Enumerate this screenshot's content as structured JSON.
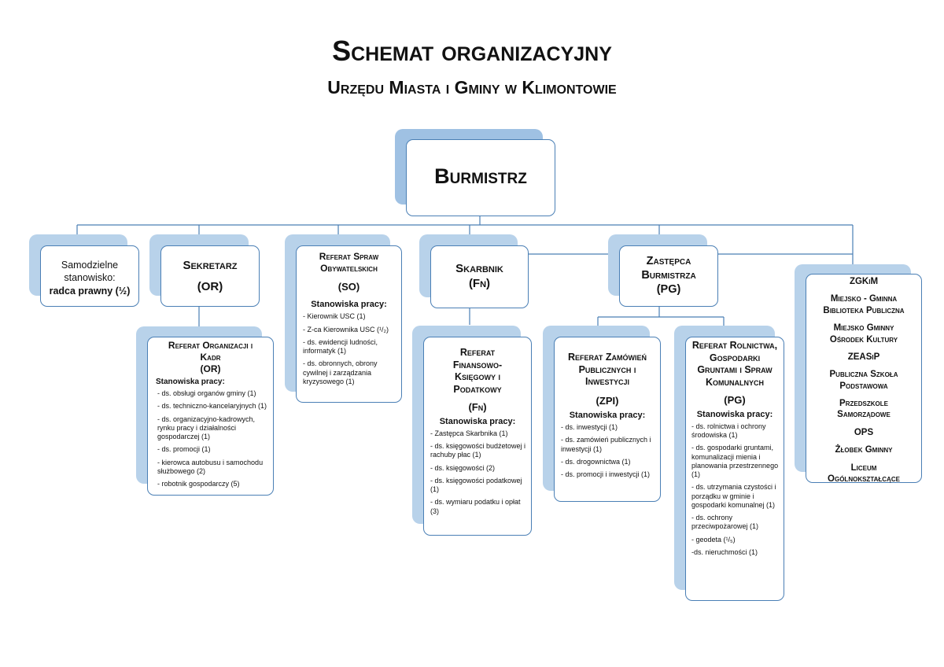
{
  "title": "Schemat organizacyjny",
  "subtitle": "Urzędu Miasta i Gminy w Klimontowie",
  "burmistrz": "Burmistrz",
  "samodzielne": {
    "line1": "Samodzielne",
    "line2": "stanowisko:",
    "line3": "radca prawny (½)"
  },
  "sekretarz": {
    "name": "Sekretarz",
    "code": "(OR)"
  },
  "referat_or": {
    "name": "Referat Organizacji i Kadr",
    "code": "(OR)",
    "positions_label": "Stanowiska pracy:",
    "items": [
      "- ds. obsługi organów gminy (1)",
      "- ds. techniczno-kancelaryjnych (1)",
      "- ds. organizacyjno-kadrowych, rynku pracy i działalności gospodarczej (1)",
      "- ds. promocji (1)",
      "- kierowca autobusu  i samochodu służbowego (2)",
      "- robotnik gospodarczy (5)"
    ]
  },
  "referat_so": {
    "name": "Referat Spraw Obywatelskich",
    "code": "(SO)",
    "positions_label": "Stanowiska pracy:",
    "items": [
      "- Kierownik USC (1)",
      "- Z-ca Kierownika USC (¹/₂)",
      "- ds. ewidencji ludności, informatyk (1)",
      "- ds. obronnych, obrony cywilnej i zarządzania kryzysowego (1)"
    ]
  },
  "skarbnik": {
    "name": "Skarbnik",
    "code": "(Fn)"
  },
  "referat_fn": {
    "name": "Referat Finansowo-Księgowy i Podatkowy",
    "code": "(Fn)",
    "positions_label": "Stanowiska pracy:",
    "items": [
      "- Zastępca Skarbnika (1)",
      "- ds. księgowości budżetowej i rachuby płac (1)",
      "- ds. księgowości (2)",
      "- ds. księgowości podatkowej (1)",
      "- ds. wymiaru podatku i opłat (3)"
    ]
  },
  "zastepca": {
    "name": "Zastępca Burmistrza",
    "code": "(PG)"
  },
  "referat_zpi": {
    "name": "Referat Zamówień Publicznych i Inwestycji",
    "code": "(ZPI)",
    "positions_label": "Stanowiska pracy:",
    "items": [
      "- ds. inwestycji (1)",
      "- ds. zamówień publicznych i inwestycji (1)",
      "- ds. drogownictwa (1)",
      "- ds. promocji i inwestycji (1)"
    ]
  },
  "referat_pg": {
    "name": "Referat Rolnictwa, Gospodarki Gruntami i Spraw Komunalnych",
    "code": "(PG)",
    "positions_label": "Stanowiska pracy:",
    "items": [
      "- ds. rolnictwa i ochrony środowiska (1)",
      "- ds. gospodarki gruntami, komunalizacji mienia i planowania przestrzennego (1)",
      "- ds. utrzymania czystości i porządku w gminie i gospodarki komunalnej (1)",
      "- ds. ochrony przeciwpożarowej (1)",
      "- geodeta (¹/₅)",
      "-ds. nieruchmości (1)"
    ]
  },
  "units": [
    "ZGKiM",
    "Miejsko - Gminna Biblioteka Publiczna",
    "Miejsko Gminny Ośrodek Kultury",
    "ZEASiP",
    "Publiczna Szkoła Podstawowa",
    "Przedszkole Samorządowe",
    "OPS",
    "Żłobek Gminny",
    "Liceum Ogólnokształcące"
  ],
  "colors": {
    "line": "#4a7fb5",
    "shadow": "#b8d2ea",
    "shadow_dark": "#9fc1e3"
  }
}
